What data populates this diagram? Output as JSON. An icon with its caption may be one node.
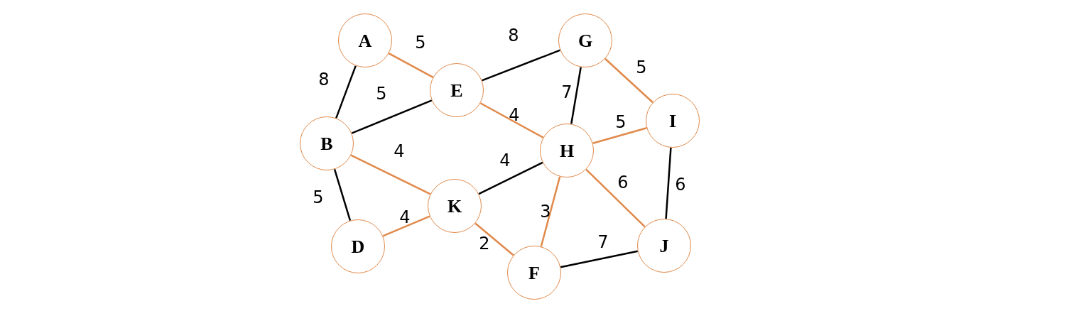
{
  "diagram": {
    "nodes": [
      {
        "text": [
          "A"
        ]
      },
      {
        "text": [
          "E"
        ]
      },
      {
        "text": [
          "G"
        ]
      },
      {
        "text": [
          "B"
        ]
      },
      {
        "text": [
          "H"
        ]
      },
      {
        "text": [
          "I"
        ]
      },
      {
        "text": [
          "K"
        ]
      },
      {
        "text": [
          "D"
        ]
      },
      {
        "text": [
          "F"
        ]
      },
      {
        "text": [
          "J"
        ]
      }
    ],
    "edges": [
      {
        "from": 0,
        "to": 1,
        "arrow": "none",
        "label": "5"
      },
      {
        "from": 0,
        "to": 3,
        "arrow": "none",
        "label": "8",
        "color": "#000000"
      },
      {
        "from": 1,
        "to": 2,
        "arrow": "none",
        "label": "8",
        "color": "#000000"
      },
      {
        "from": 3,
        "to": 1,
        "arrow": "none",
        "label": "5",
        "color": "#000000"
      },
      {
        "from": 2,
        "to": 5,
        "arrow": "none",
        "label": "5"
      },
      {
        "from": 2,
        "to": 4,
        "arrow": "none",
        "label": "7",
        "color": "#000000"
      },
      {
        "from": 1,
        "to": 4,
        "arrow": "none",
        "label": "4"
      },
      {
        "from": 4,
        "to": 5,
        "arrow": "none",
        "label": "5"
      },
      {
        "from": 3,
        "to": 6,
        "arrow": "none",
        "label": "4"
      },
      {
        "from": 6,
        "to": 4,
        "arrow": "none",
        "label": "4",
        "color": "#000000"
      },
      {
        "from": 5,
        "to": 9,
        "arrow": "none",
        "label": "6",
        "color": "#000000"
      },
      {
        "from": 4,
        "to": 9,
        "arrow": "none",
        "label": "6"
      },
      {
        "from": 4,
        "to": 8,
        "arrow": "none",
        "label": "3"
      },
      {
        "from": 3,
        "to": 7,
        "arrow": "none",
        "label": "5",
        "color": "#000000"
      },
      {
        "from": 7,
        "to": 6,
        "arrow": "none",
        "label": "4"
      },
      {
        "from": 6,
        "to": 8,
        "arrow": "none",
        "label": "2"
      },
      {
        "from": 8,
        "to": 9,
        "arrow": "none",
        "label": "7",
        "color": "#000000"
      }
    ]
  }
}
